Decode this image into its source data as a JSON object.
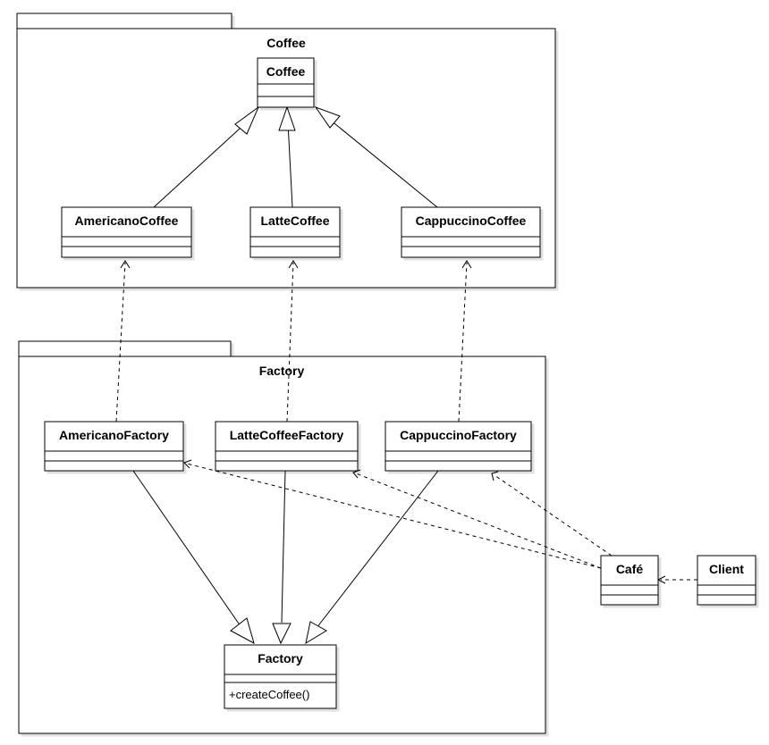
{
  "packages": {
    "coffee": {
      "title": "Coffee"
    },
    "factory": {
      "title": "Factory"
    }
  },
  "classes": {
    "coffee": {
      "name": "Coffee"
    },
    "americano_coffee": {
      "name": "AmericanoCoffee"
    },
    "latte_coffee": {
      "name": "LatteCoffee"
    },
    "cappuccino_coffee": {
      "name": "CappuccinoCoffee"
    },
    "americano_factory": {
      "name": "AmericanoFactory"
    },
    "latte_coffee_factory": {
      "name": "LatteCoffeeFactory"
    },
    "cappuccino_factory": {
      "name": "CappuccinoFactory"
    },
    "factory": {
      "name": "Factory",
      "methods": [
        "+createCoffee()"
      ]
    },
    "cafe": {
      "name": "Café"
    },
    "client": {
      "name": "Client"
    }
  },
  "colors": {
    "stroke": "#000000",
    "shadow": "#e6e6e6",
    "fill": "#ffffff"
  }
}
